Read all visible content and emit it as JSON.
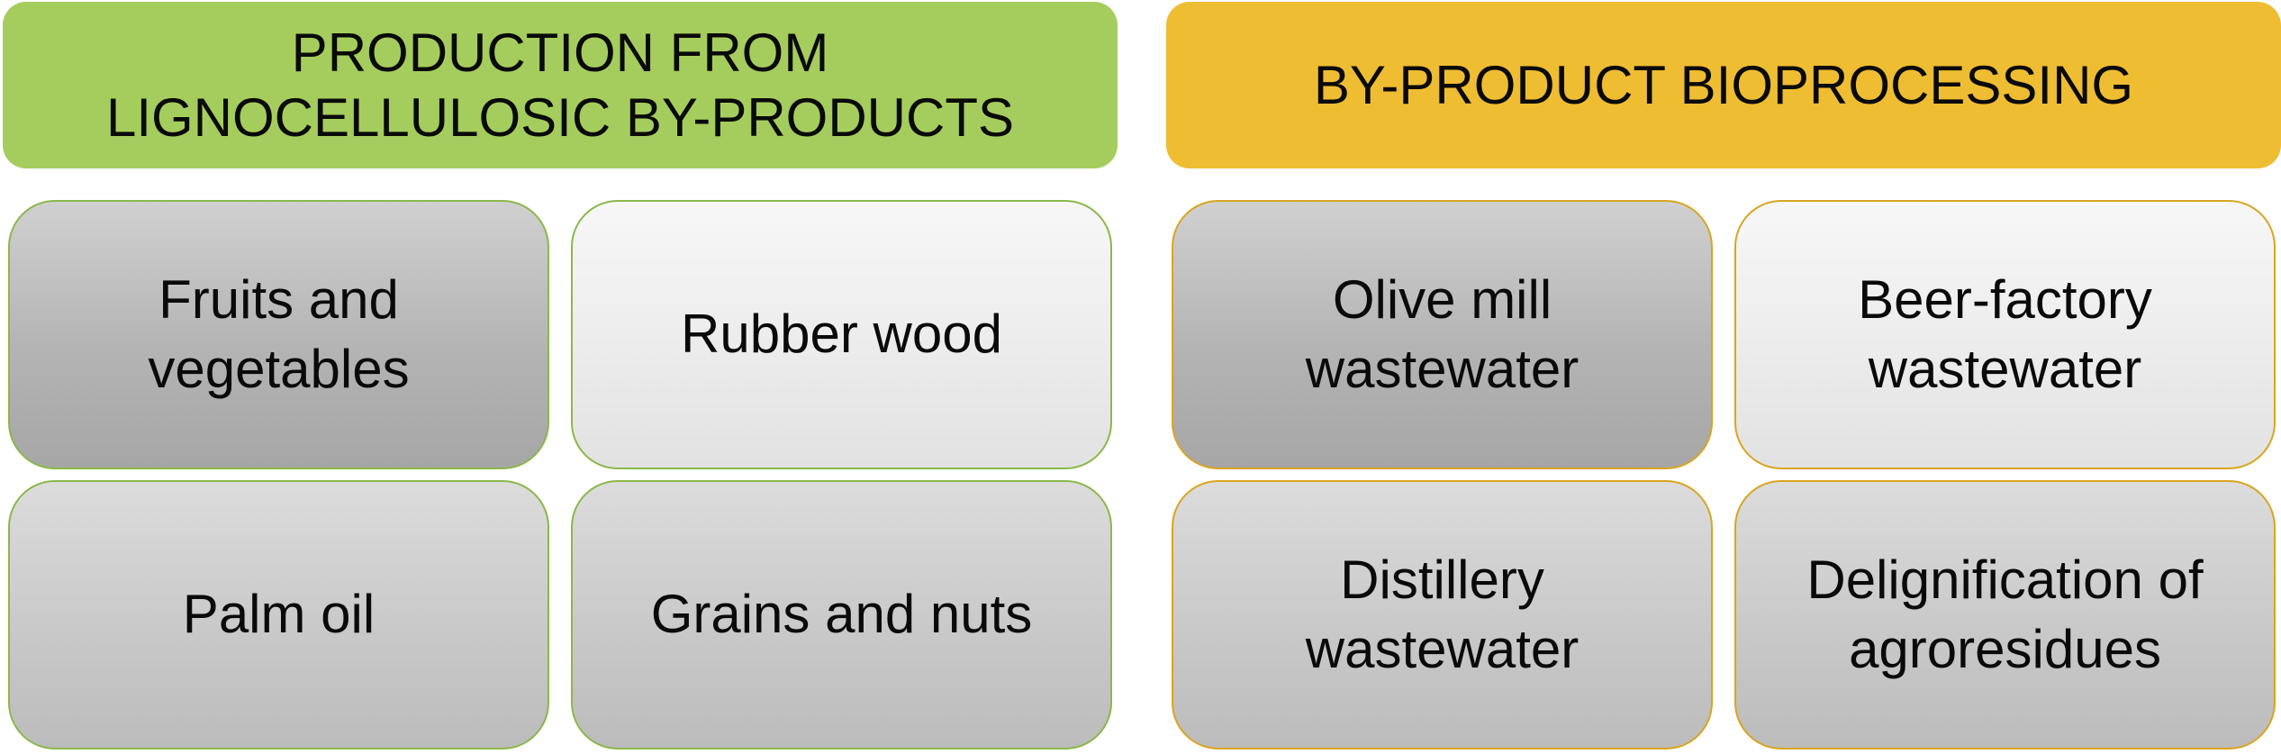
{
  "panels": {
    "left": {
      "header": "PRODUCTION FROM\nLIGNOCELLULOSIC BY-PRODUCTS",
      "tiles": [
        "Fruits and\nvegetables",
        "Rubber wood",
        "Palm oil",
        "Grains and nuts"
      ]
    },
    "right": {
      "header": "BY-PRODUCT BIOPROCESSING",
      "tiles": [
        "Olive mill\nwastewater",
        "Beer-factory\nwastewater",
        "Distillery\nwastewater",
        "Delignification of\nagroresidues"
      ]
    }
  },
  "colors": {
    "left_header": "#a5cd5d",
    "right_header": "#efbd32",
    "left_border": "#8ab84a",
    "right_border": "#d9a520"
  }
}
